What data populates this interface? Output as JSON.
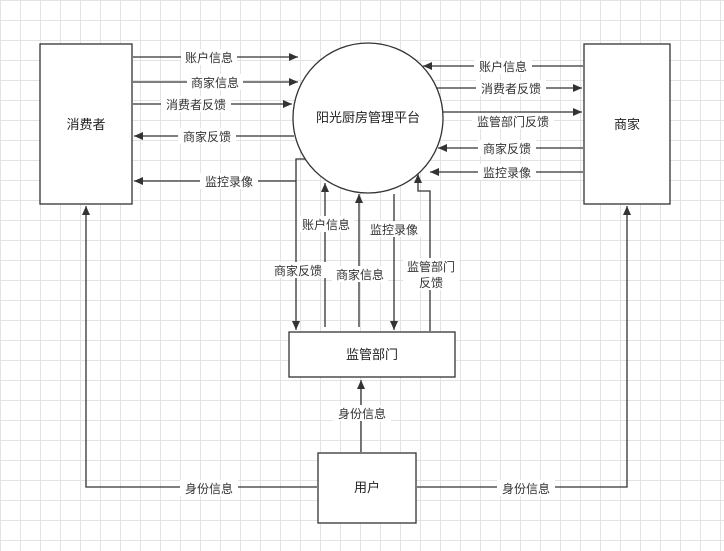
{
  "nodes": {
    "consumer": "消费者",
    "platform": "阳光厨房管理平台",
    "merchant": "商家",
    "regulator": "监管部门",
    "user": "用户"
  },
  "flows": {
    "c_account": "账户信息",
    "c_merchant_info": "商家信息",
    "c_consumer_feedback": "消费者反馈",
    "c_merchant_feedback": "商家反馈",
    "c_video": "监控录像",
    "m_account": "账户信息",
    "m_consumer_feedback": "消费者反馈",
    "m_regulator_feedback": "监管部门反馈",
    "m_merchant_feedback": "商家反馈",
    "m_video": "监控录像",
    "r_account": "账户信息",
    "r_merchant_feedback": "商家反馈",
    "r_merchant_info": "商家信息",
    "r_video": "监控录像",
    "r_regulator_feedback_line1": "监管部门",
    "r_regulator_feedback_line2": "反馈",
    "u_identity_regulator": "身份信息",
    "u_identity_consumer": "身份信息",
    "u_identity_merchant": "身份信息"
  }
}
